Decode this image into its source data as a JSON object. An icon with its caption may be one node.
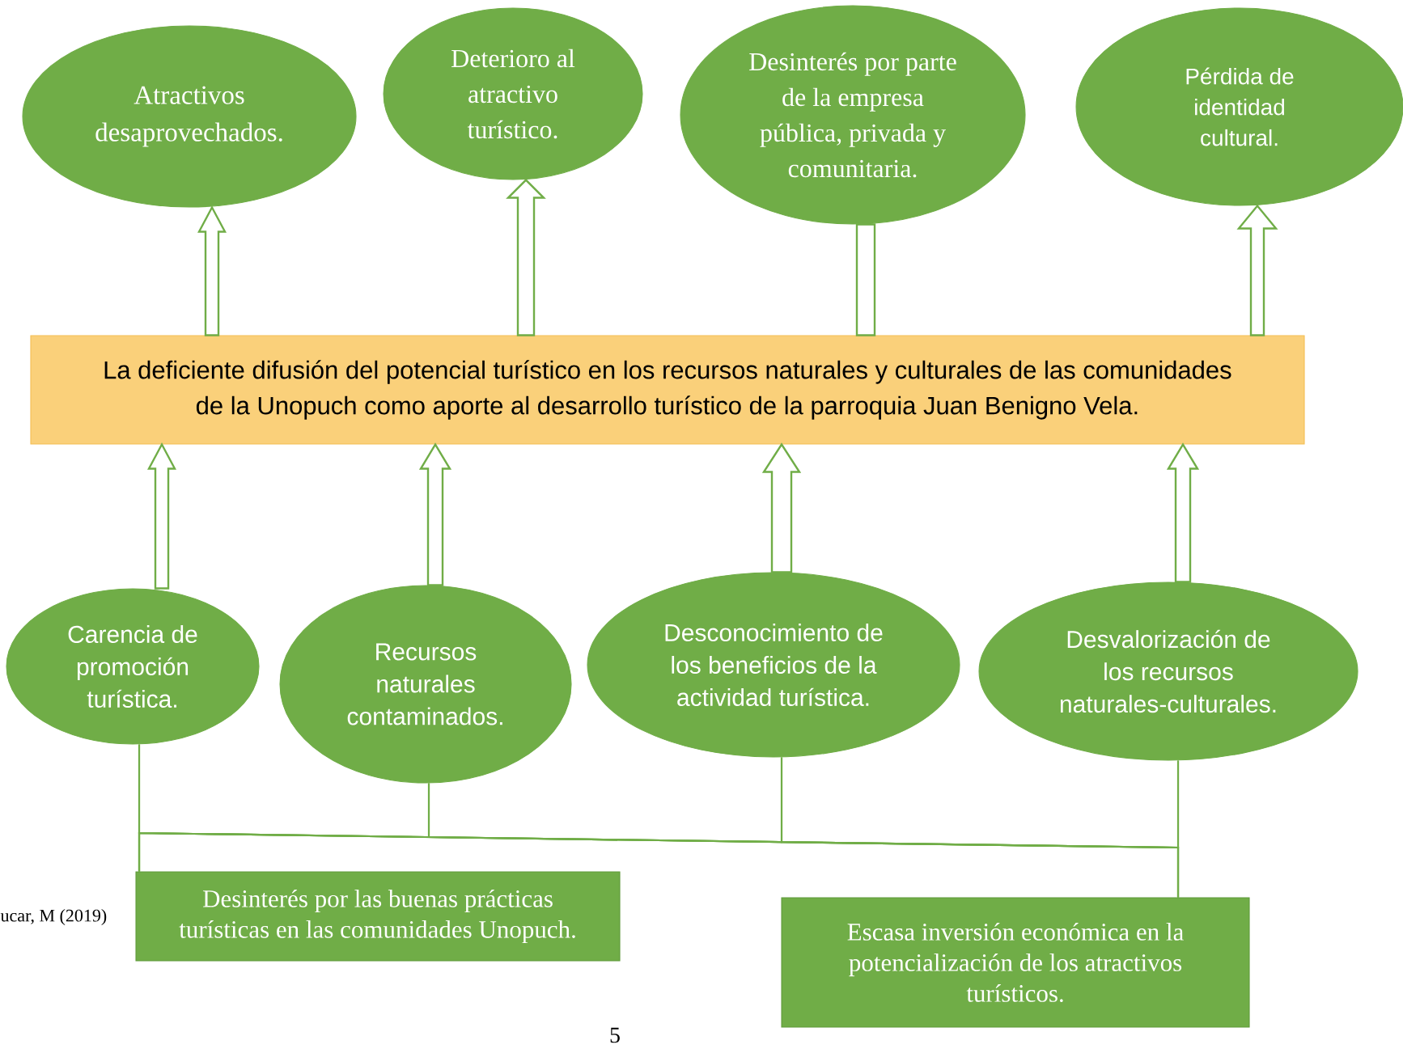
{
  "diagram": {
    "nodes": [
      {
        "text": [
          "Atractivos desaprovechados."
        ]
      },
      {
        "text": [
          "Deterioro al atractivo turístico."
        ]
      },
      {
        "text": [
          "Desinterés por parte de la empresa pública, privada y comunitaria."
        ]
      },
      {
        "text": [
          "Pérdida de identidad cultural."
        ]
      },
      {
        "text": [
          "La deficiente difusión del potencial turístico en los recursos naturales y culturales de las comunidades de la Unopuch como aporte al desarrollo turístico de la parroquia Juan Benigno Vela."
        ]
      },
      {
        "text": [
          "Carencia de promoción turística."
        ]
      },
      {
        "text": [
          "Recursos naturales contaminados."
        ]
      },
      {
        "text": [
          "Desconocimiento de los beneficios de la actividad turística."
        ]
      },
      {
        "text": [
          "Desvalorización de los recursos naturales-culturales."
        ]
      },
      {
        "text": [
          "Desinterés por las buenas prácticas turísticas en las comunidades Unopuch."
        ]
      },
      {
        "text": [
          "Escasa inversión económica en la potencialización de los atractivos turísticos."
        ]
      }
    ],
    "edges": [
      {
        "from": 4,
        "to": 0,
        "arrow": "to"
      },
      {
        "from": 4,
        "to": 1,
        "arrow": "to"
      },
      {
        "from": 4,
        "to": 2,
        "arrow": "none"
      },
      {
        "from": 4,
        "to": 3,
        "arrow": "to"
      },
      {
        "from": 5,
        "to": 4,
        "arrow": "to"
      },
      {
        "from": 6,
        "to": 4,
        "arrow": "to"
      },
      {
        "from": 7,
        "to": 4,
        "arrow": "to"
      },
      {
        "from": 8,
        "to": 4,
        "arrow": "to"
      },
      {
        "from": 9,
        "to": 5,
        "arrow": "none"
      },
      {
        "from": 9,
        "to": 6,
        "arrow": "none"
      },
      {
        "from": 9,
        "to": 7,
        "arrow": "none"
      },
      {
        "from": 9,
        "to": 8,
        "arrow": "none"
      },
      {
        "from": 10,
        "to": 5,
        "arrow": "none"
      },
      {
        "from": 10,
        "to": 6,
        "arrow": "none"
      },
      {
        "from": 10,
        "to": 7,
        "arrow": "none"
      },
      {
        "from": 10,
        "to": 8,
        "arrow": "none"
      }
    ],
    "labels": [
      "ucar, M (2019)",
      "5"
    ]
  }
}
